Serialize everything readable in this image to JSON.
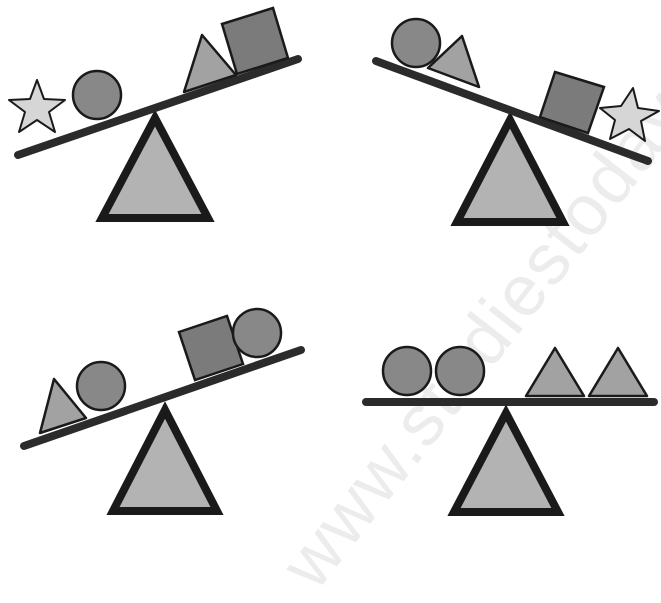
{
  "watermark": {
    "text": "www.studiestoday.com"
  },
  "colors": {
    "fulcrum_fill": "#b3b3b3",
    "outline": "#1a1a1a",
    "beam": "#2b2b2b",
    "star_fill": "#d6d6d6",
    "circle_fill": "#888888",
    "triangle_fill": "#a2a2a2",
    "square_fill": "#7b7b7b"
  },
  "scales": [
    {
      "name": "scale-top-left",
      "tilt": "left-side-down",
      "left_pan": [
        "star",
        "circle"
      ],
      "right_pan": [
        "triangle",
        "square"
      ]
    },
    {
      "name": "scale-top-right",
      "tilt": "right-side-down",
      "left_pan": [
        "circle",
        "triangle"
      ],
      "right_pan": [
        "square",
        "star"
      ]
    },
    {
      "name": "scale-bottom-left",
      "tilt": "left-side-down",
      "left_pan": [
        "triangle",
        "circle"
      ],
      "right_pan": [
        "square",
        "circle"
      ]
    },
    {
      "name": "scale-bottom-right",
      "tilt": "balanced",
      "left_pan": [
        "circle",
        "circle"
      ],
      "right_pan": [
        "triangle",
        "triangle"
      ]
    }
  ]
}
